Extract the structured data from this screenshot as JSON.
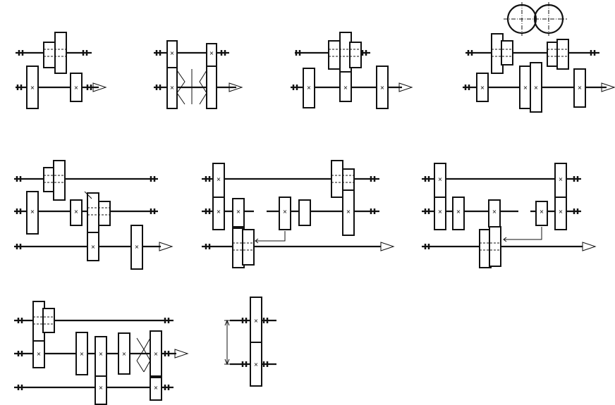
{
  "figure": {
    "background": "#ffffff",
    "ink": "#111111",
    "schemes": [
      {
        "id": 1,
        "shafts": 2,
        "feature": "two-stage spur gear train"
      },
      {
        "id": 2,
        "shafts": 2,
        "feature": "herringbone gears"
      },
      {
        "id": 3,
        "shafts": 2,
        "feature": "central idler gear"
      },
      {
        "id": 4,
        "shafts": 2,
        "feature": "meshing wheels with end view"
      },
      {
        "id": 5,
        "shafts": 3,
        "feature": "three-shaft train"
      },
      {
        "id": 6,
        "shafts": 3,
        "feature": "sliding gear shift"
      },
      {
        "id": 7,
        "shafts": 3,
        "feature": "sliding gear shift"
      },
      {
        "id": 8,
        "shafts": 3,
        "feature": "herringbone output stage"
      },
      {
        "id": 9,
        "shafts": 2,
        "feature": "centre distance dimension"
      }
    ]
  }
}
